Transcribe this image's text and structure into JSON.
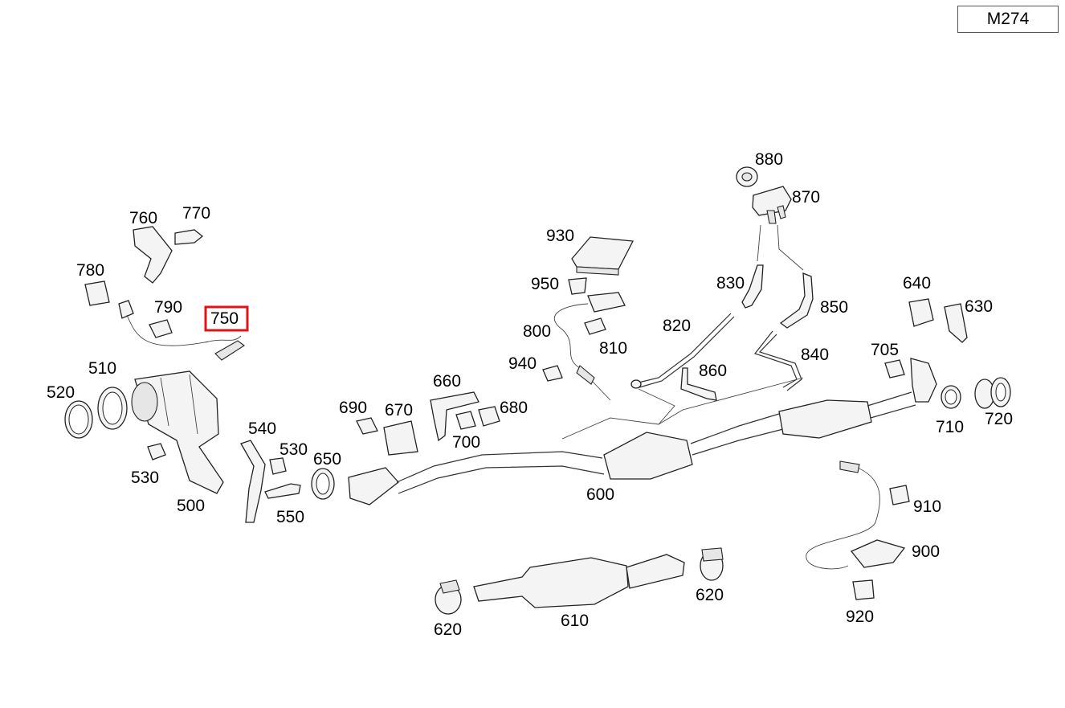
{
  "engine_code": "M274",
  "highlight_color": "#e0131a",
  "highlighted_label": "750",
  "labels": {
    "l880": "880",
    "l870": "870",
    "l760": "760",
    "l770": "770",
    "l930": "930",
    "l780": "780",
    "l950": "950",
    "l830": "830",
    "l640": "640",
    "l630": "630",
    "l790": "790",
    "l750": "750",
    "l850": "850",
    "l800": "800",
    "l820": "820",
    "l810": "810",
    "l705": "705",
    "l510": "510",
    "l940": "940",
    "l840": "840",
    "l660": "660",
    "l860": "860",
    "l520": "520",
    "l720": "720",
    "l690": "690",
    "l670": "670",
    "l680": "680",
    "l710": "710",
    "l540": "540",
    "l700": "700",
    "l530a": "530",
    "l530b": "530",
    "l650": "650",
    "l600": "600",
    "l500": "500",
    "l550": "550",
    "l910": "910",
    "l900": "900",
    "l620a": "620",
    "l620b": "620",
    "l610": "610",
    "l920": "920"
  }
}
